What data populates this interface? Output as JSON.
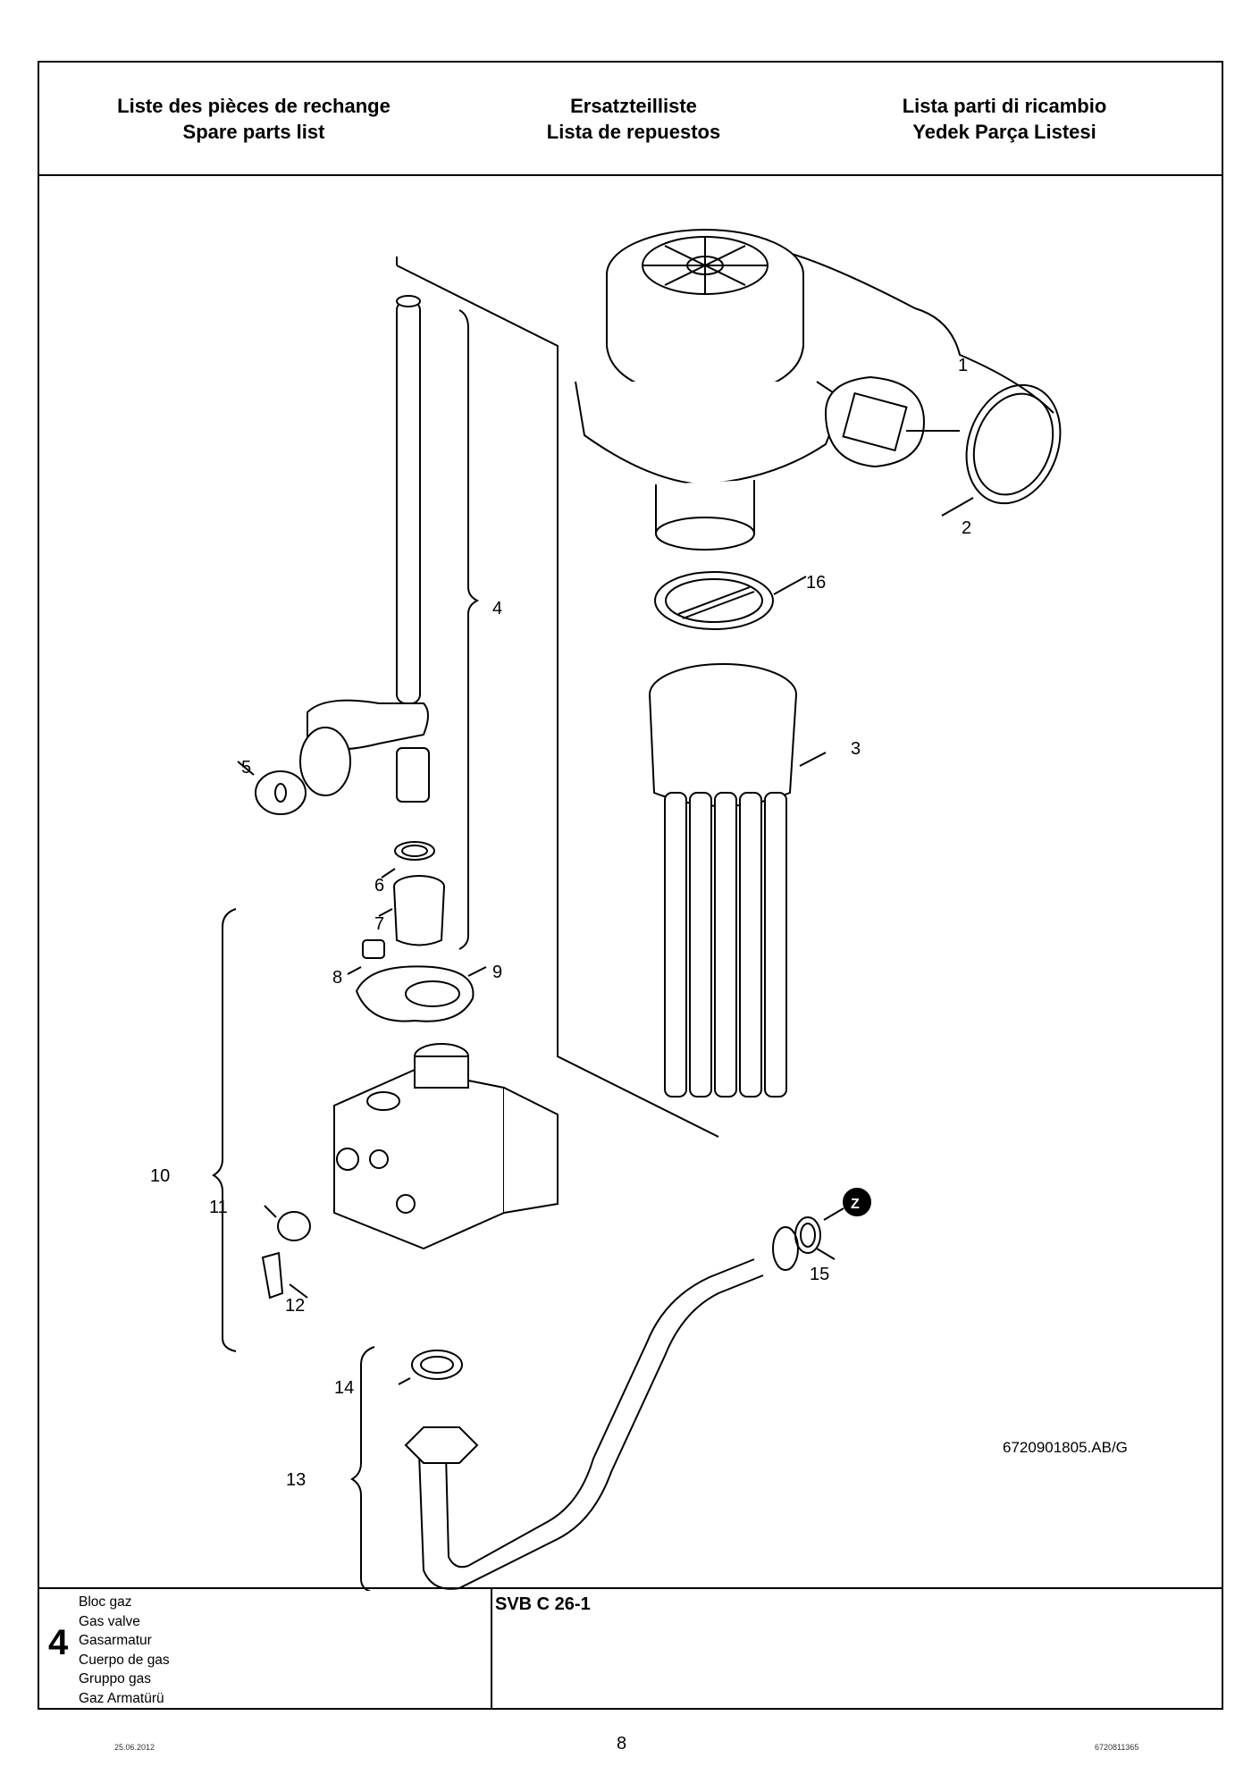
{
  "header": {
    "col1": [
      "Liste des pièces de rechange",
      "Spare parts list"
    ],
    "col2": [
      "Ersatzteilliste",
      "Lista de repuestos"
    ],
    "col3": [
      "Lista parti di ricambio",
      "Yedek Parça Listesi"
    ]
  },
  "callouts": {
    "c1": "1",
    "c2": "2",
    "c3": "3",
    "c4": "4",
    "c5": "5",
    "c6": "6",
    "c7": "7",
    "c8": "8",
    "c9": "9",
    "c10": "10",
    "c11": "11",
    "c12": "12",
    "c13": "13",
    "c14": "14",
    "c15": "15",
    "c16": "16",
    "z": "Z"
  },
  "drawing_ref": "6720901805.AB/G",
  "footer": {
    "chapter": "4",
    "names": [
      "Bloc gaz",
      "Gas valve",
      "Gasarmatur",
      "Cuerpo de gas",
      "Gruppo gas",
      "Gaz Armatürü"
    ],
    "model": "SVB C 26-1"
  },
  "page_number": "8",
  "print_date": "25.06.2012",
  "doc_code": "6720811365"
}
